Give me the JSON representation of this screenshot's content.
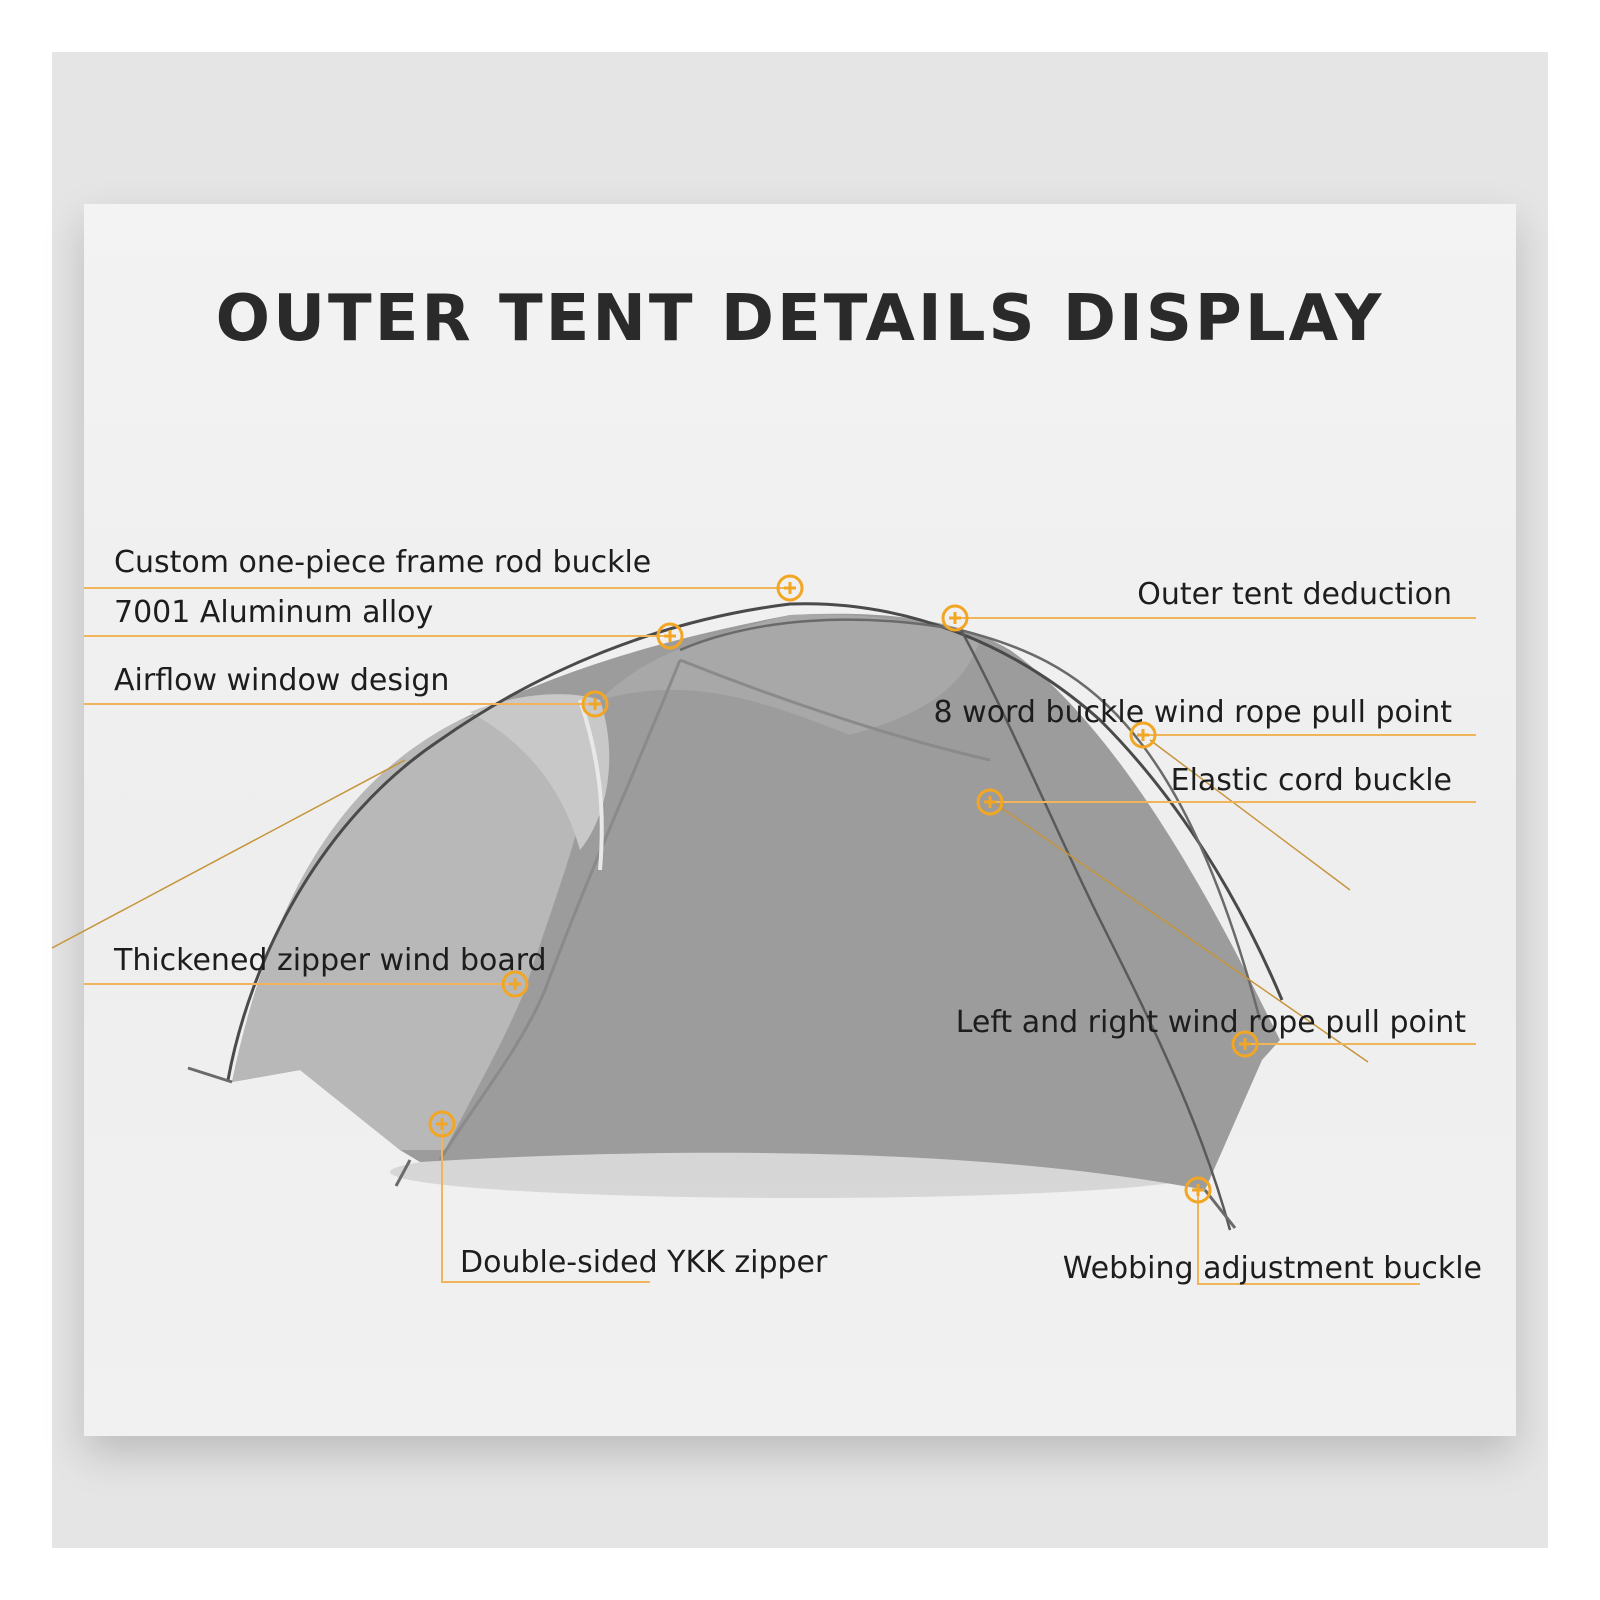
{
  "title": "OUTER TENT DETAILS DISPLAY",
  "colors": {
    "accent": "#f2a623",
    "leader": "#f0b45a",
    "tent_fabric": "#9a9a9a",
    "tent_fabric_light": "#b5b5b5",
    "pole": "#4a4a4a",
    "text": "#1d1d1d"
  },
  "labels": {
    "frame_rod_buckle": "Custom one-piece frame rod buckle",
    "aluminum_alloy": "7001 Aluminum alloy",
    "airflow_window": "Airflow window design",
    "zipper_wind_board": "Thickened zipper wind board",
    "ykk_zipper": "Double-sided YKK zipper",
    "outer_tent_deduction": "Outer tent deduction",
    "word_buckle_pull_point": "8 word buckle wind rope pull point",
    "elastic_cord_buckle": "Elastic cord buckle",
    "left_right_pull_point": "Left and right wind rope pull point",
    "webbing_buckle": "Webbing adjustment buckle"
  },
  "icons": {
    "marker": "crosshair-marker-icon"
  }
}
